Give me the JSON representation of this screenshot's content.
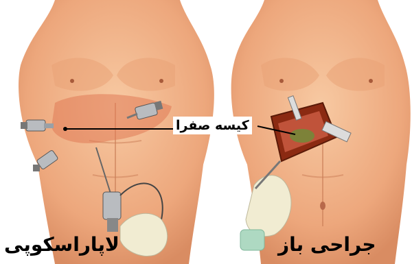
{
  "labels": {
    "gallbladder": "کیسه صفرا",
    "laparoscopy": "لاپاراسکوپی",
    "open_surgery": "جراحی باز"
  },
  "colors": {
    "skin": "#f2b48a",
    "skin_shade": "#d98c62",
    "incision": "#8b2a12",
    "glove": "#f1ecd2",
    "port": "#b9bcc0"
  }
}
